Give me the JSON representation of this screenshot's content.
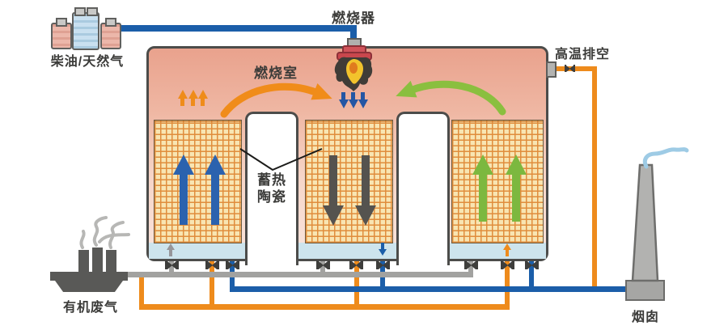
{
  "labels": {
    "fuel": "柴油/天然气",
    "burner": "燃烧器",
    "combustion_chamber": "燃烧室",
    "high_temp_vent": "高温排空",
    "ceramic_line1": "蓄热",
    "ceramic_line2": "陶瓷",
    "organic_waste_gas": "有机废气",
    "chimney": "烟囱"
  },
  "colors": {
    "waste_gas_pipe_gray": "#a2a2a0",
    "clean_gas_pipe_blue": "#1b5ea9",
    "purge_pipe_orange": "#ee8b1c",
    "hot_flow_arc_orange": "#f08c1a",
    "return_flow_arc_green": "#8abf3f",
    "bed1_up_arrows_blue": "#2b62ae",
    "bed2_down_arrows_gray": "#55534f",
    "bed3_up_arrows_green": "#7cb83f",
    "chamber_pink_top": "#e9a28d",
    "chamber_pink_bottom": "#f9e4dc",
    "ceramic_grid_bg": "#f8e5b2",
    "ceramic_grid_line": "#e08d3c",
    "unit_border": "#4c4c4a",
    "burner_red": "#c9474d",
    "flame_yellow": "#f2c32c",
    "structure_gray": "#595957",
    "chimney_gray": "#b2b2b0",
    "smoke_blue": "#9ecbe5"
  },
  "diagram": {
    "beds": [
      {
        "id": 1,
        "media": "蓄热陶瓷",
        "flow_direction": "up",
        "flow_color": "#2b62ae"
      },
      {
        "id": 2,
        "media": "蓄热陶瓷",
        "flow_direction": "down",
        "flow_color": "#55534f"
      },
      {
        "id": 3,
        "media": "蓄热陶瓷",
        "flow_direction": "up",
        "flow_color": "#7cb83f"
      }
    ],
    "pipes": [
      {
        "name": "fuel-line",
        "color": "#1b5ea9",
        "from": "柴油/天然气",
        "to": "燃烧器"
      },
      {
        "name": "organic-waste-gas-line",
        "color": "#a2a2a0",
        "from": "有机废气",
        "to": "蓄热床"
      },
      {
        "name": "clean-exhaust-line",
        "color": "#1b5ea9",
        "from": "蓄热床",
        "to": "烟囱"
      },
      {
        "name": "purge-line",
        "color": "#ee8b1c",
        "from": "废气总管",
        "to": "蓄热床"
      },
      {
        "name": "high-temp-vent-line",
        "color": "#ee8b1c",
        "from": "燃烧室",
        "to": "烟囱"
      }
    ],
    "valve_count": 10
  }
}
